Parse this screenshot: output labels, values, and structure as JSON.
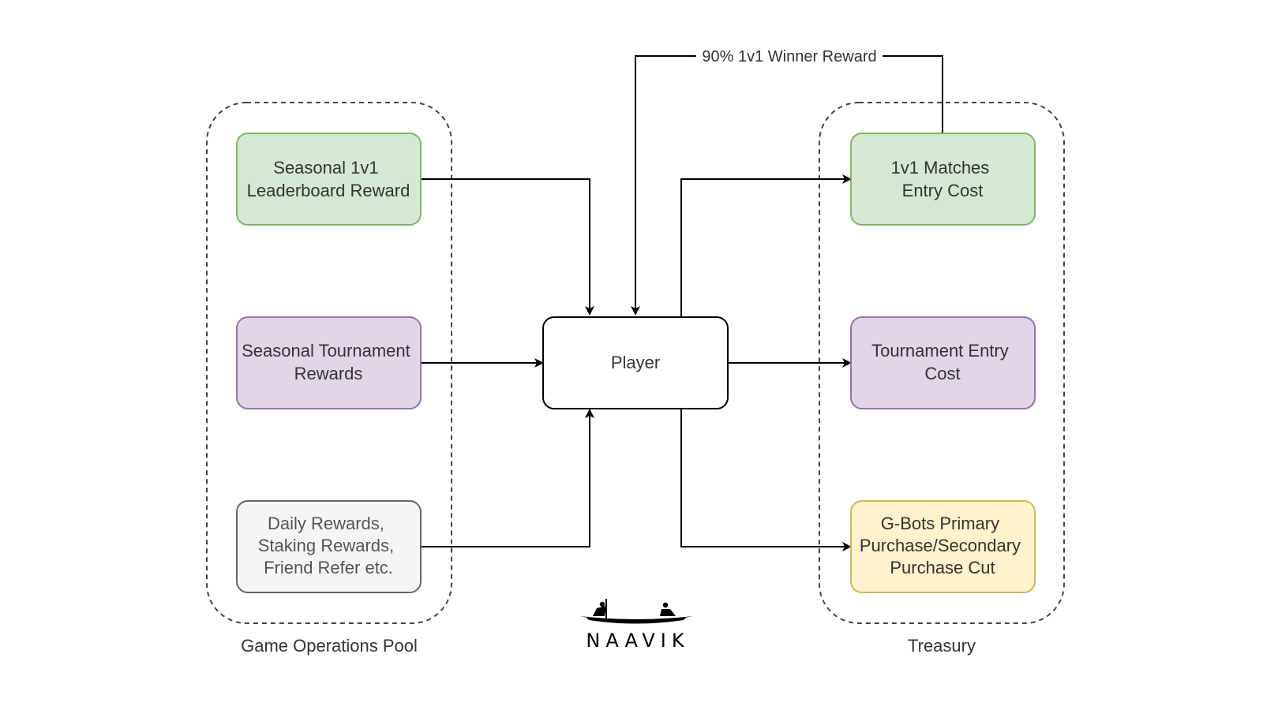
{
  "groups": {
    "game_operations_pool": {
      "label": "Game Operations Pool"
    },
    "treasury": {
      "label": "Treasury"
    }
  },
  "nodes": {
    "seasonal_leaderboard": {
      "lines": [
        "Seasonal 1v1",
        "Leaderboard Reward"
      ],
      "fill": "#d5e8d4",
      "stroke": "#82b366"
    },
    "seasonal_tournament": {
      "lines": [
        "Seasonal Tournament",
        "Rewards"
      ],
      "fill": "#e1d5e7",
      "stroke": "#9673a6"
    },
    "daily_rewards": {
      "lines": [
        "Daily Rewards,",
        "Staking Rewards,",
        "Friend Refer etc."
      ],
      "fill": "#f5f5f5",
      "stroke": "#666666"
    },
    "player": {
      "lines": [
        "Player"
      ],
      "fill": "#ffffff",
      "stroke": "#000000"
    },
    "matches_entry": {
      "lines": [
        "1v1 Matches",
        "Entry Cost"
      ],
      "fill": "#d5e8d4",
      "stroke": "#82b366"
    },
    "tournament_entry": {
      "lines": [
        "Tournament Entry",
        "Cost"
      ],
      "fill": "#e1d5e7",
      "stroke": "#9673a6"
    },
    "gbots_purchase": {
      "lines": [
        "G-Bots Primary",
        "Purchase/Secondary",
        "Purchase Cut"
      ],
      "fill": "#fff2cc",
      "stroke": "#d6b656"
    }
  },
  "edges": {
    "winner_reward": {
      "label": "90% 1v1 Winner Reward"
    }
  },
  "logo": {
    "text": "NAAVIK"
  }
}
